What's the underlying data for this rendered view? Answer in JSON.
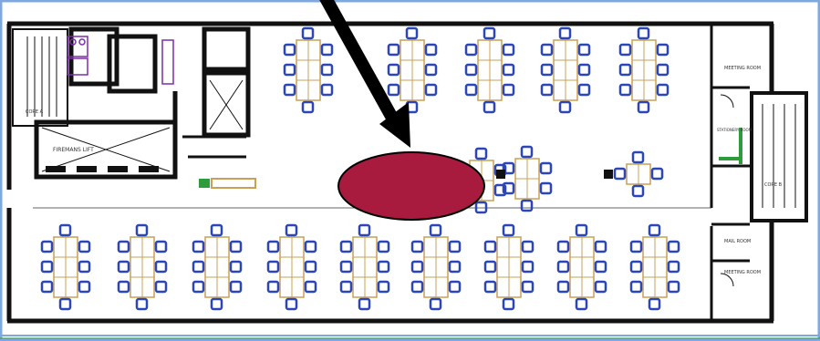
{
  "floorplan": {
    "labels": {
      "core_a": "CORE A",
      "core_b": "CORE B",
      "firemans_lift": "FIREMANS LIFT",
      "meeting_room_top": "MEETING ROOM",
      "stationery_room": "STATIONERY ROOM",
      "mail_room": "MAIL ROOM",
      "meeting_room_bottom": "MEETING ROOM"
    },
    "colors": {
      "wall": "#111111",
      "desk": "#c9a055",
      "chair": "#2b46b8",
      "marker": "#a81b3f",
      "border": "#7fa8e0",
      "green": "#2e9b3c"
    },
    "annotation": {
      "arrow": "black-arrow",
      "marker": "ellipse-marker"
    }
  }
}
